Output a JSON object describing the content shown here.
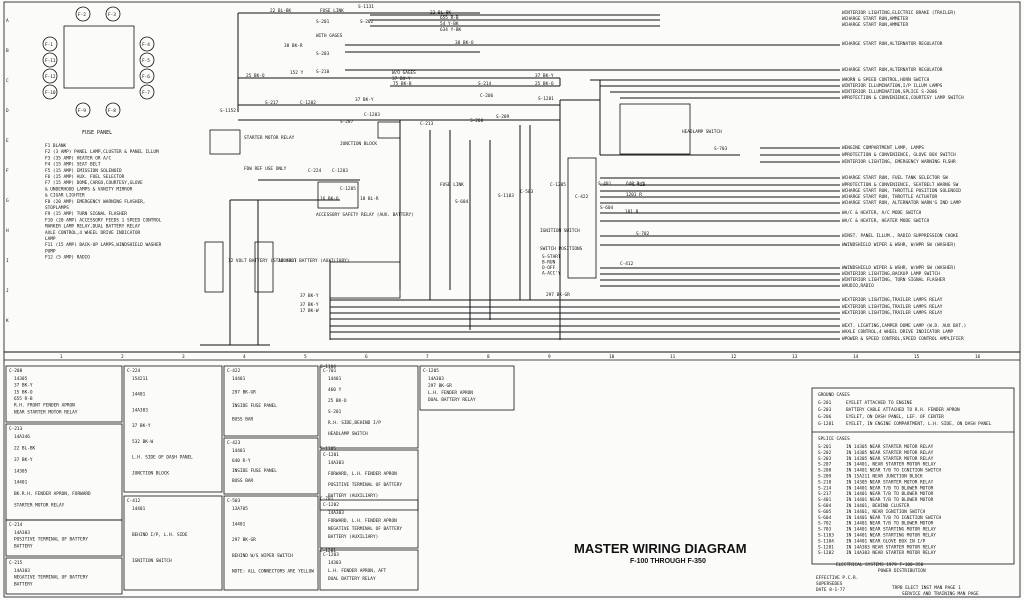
{
  "title": {
    "main": "MASTER WIRING DIAGRAM",
    "sub": "F-100 THROUGH F-350"
  },
  "fuse_panel": {
    "label": "FUSE PANEL",
    "fuses": [
      "F-2",
      "F-3",
      "F-4",
      "F-5",
      "F-6",
      "F-7",
      "F-8",
      "F-9",
      "F-10",
      "F-11",
      "F-12",
      "F-1"
    ],
    "list": [
      "F1   BLANK",
      "F2   (3 AMP) PANEL LAMP,CLUSTER & PANEL ILLUM",
      "F3   (35 AMP) HEATER OR A/C",
      "F4   (15 AMP) SEAT BELT",
      "F5   (15 AMP) EMISSION SOLENOID",
      "F6   (15 AMP) AUX. FUEL SELECTOR",
      "F7   (15 AMP) DOME,CARGO,COURTESY,GLOVE",
      "     & UNDERHOOD LAMPS & VANITY MIRROR",
      "     & CIGAR LIGHTER",
      "F8   (20 AMP) EMERGENCY WARNING FLASHER,",
      "     STOPLAMPS",
      "F9   (15 AMP) TURN SIGNAL FLASHER",
      "F10  (20 AMP) ACCESSORY FEEDS 1 SPEED CONTROL",
      "     MARKER LAMP RELAY,DUAL BATTERY RELAY",
      "     AXLE CONTROL,4 WHEEL DRIVE INDICATOR",
      "     LAMP",
      "F11  (15 AMP) BACK-UP LAMPS,WINDSHIELD WASHER",
      "     PUMP",
      "F12  (5 AMP) RADIO"
    ]
  },
  "wire_labels": [
    "22 BL-BK",
    "FUSE LINK",
    "S-1131",
    "22 BL-BK",
    "655 R-B",
    "54 Y-BK",
    "634 Y-BK",
    "S-201",
    "S-202",
    "S-203",
    "38 BK-R",
    "WITH GAGES",
    "38 BK-O",
    "152 Y",
    "S-210",
    "W/O GAGES",
    "37 BK-Y",
    "37 BK-Y",
    "25 BK-O",
    "25 BK-O",
    "75 BK-B",
    "C-206",
    "S-214",
    "S-217",
    "37 BK-Y",
    "S-207",
    "S-1201",
    "S-208",
    "S-209",
    "S-1152",
    "C-213",
    "C-224",
    "C-1203",
    "C-1205",
    "C-1205",
    "C-412",
    "C-422",
    "C-423",
    "C-503",
    "297 BK-GR",
    "640 R-Y",
    "1201 R",
    "181 B",
    "S-401",
    "S-604",
    "S-702",
    "S-703",
    "S-1103",
    "S-604",
    "S-1104",
    "S-1105",
    "C-701",
    "C-1201",
    "C-1202",
    "C-1203",
    "37 BK-Y",
    "37 BK-Y",
    "17 BK-W",
    "16 BK-O",
    "18 BL-R"
  ],
  "components": {
    "starter_relay": "STARTER MOTOR RELAY",
    "junction_block": "JUNCTION BLOCK",
    "fdw_ref": "FDW REF USE ONLY",
    "accessory_relay": "ACCESSORY SAFETY RELAY (AUX. BATTERY)",
    "ignition_switch": "IGNITION SWITCH",
    "switch_positions": "SWITCH POSITIONS",
    "switch_pos_list": [
      "S-START",
      "B-RUN",
      "O-OFF",
      "A-ACC'Y"
    ],
    "battery_std": "12 VOLT BATTERY (STANDARD)",
    "battery_aux": "12 VOLT BATTERY (AUXILIARY)",
    "headlamp_switch": "HEADLAMP SWITCH",
    "fuse_link": "FUSE LINK"
  },
  "right_labels": [
    "WINTERIOR LIGHTING,ELECTRIC BRAKE (TRAILER)",
    "WCHARGE START RUN,AMMETER",
    "WCHARGE START RUN,AMMETER",
    "WCHARGE START RUN,ALTERNATOR REGULATOR",
    "WCHARGE START RUN,ALTERNATOR REGULATOR",
    "WHORN & SPEED CONTROL,HORN SWITCH",
    "WINTERIOR ILLUMINATION,I/P ILLUM LAMPS",
    "WINTERIOR ILLUMINATION,SPLICE S-2006",
    "WPROTECTION & CONVENIENCE,COURTESY LAMP SWITCH",
    "WENGINE COMPARTMENT LAMP, LAMPS",
    "WPROTECTION & CONVENIENCE, GLOVE BOX SWITCH",
    "WINTERIOR LIGHTING, EMERGENCY WARNING FLSHR",
    "WCHARGE START RUN, FUEL TANK SELECTOR SW",
    "WPROTECTION & CONVENIENCE, SEATBELT WARNG SW",
    "WCHARGE START RUN, THROTTLE POSITION SOLENOID",
    "WCHARGE START RUN, THROTTLE ACTUATOR",
    "WCHARGE START RUN, ALTERNATOR WARN'G IND LAMP",
    "WA/C & HEATER, A/C MODE SWITCH",
    "WA/C & HEATER, HEATER MODE SWITCH",
    "WINST. PANEL ILLUM., RADIO SUPPRESSION CHOKE",
    "WWINDSHIELD WIPER & WSHR, W/WPR SW (WASHER)",
    "WWINDSHIELD WIPER & WSHR, W/WPR SW (WASHER)",
    "WINTERIOR LIGHTING,BACKUP LAMP SWITCH",
    "WINTERIOR LIGHTING, TURN SIGNAL FLASHER",
    "WAUDIO,RADIO",
    "WEXTERIOR LIGHTING,TRAILER LAMPS RELAY",
    "WEXTERIOR LIGHTING,TRAILER LAMPS RELAY",
    "WEXTERIOR LIGHTING,TRAILER LAMPS RELAY",
    "WEXT. LIGHTING,CAMPER DOME LAMP (W.D. AUX BAT.)",
    "WAXLE CONTROL,4 WHEEL DRIVE INDICATOR LAMP",
    "WPOWER & SPEED CONTROL,SPEED CONTROL AMPLIFIER"
  ],
  "grid_numbers": [
    "1",
    "2",
    "3",
    "4",
    "5",
    "6",
    "7",
    "8",
    "9",
    "10",
    "11",
    "12",
    "13",
    "14",
    "15",
    "16"
  ],
  "grid_letters": [
    "A",
    "B",
    "C",
    "D",
    "E",
    "F",
    "G",
    "H",
    "I",
    "J",
    "K"
  ],
  "connectors": [
    {
      "id": "C-208",
      "lines": [
        "14305",
        "37 BK-Y",
        "15 BK-O",
        "655 R-B",
        "R.H. FRONT FENDER APRON",
        "NEAR STARTER MOTOR RELAY"
      ]
    },
    {
      "id": "C-224",
      "lines": [
        "154211",
        "14401",
        "14A303",
        "37 BK-Y",
        "532 BK-W",
        "L.H. SIDE OF DASH PANEL",
        "JUNCTION BLOCK"
      ]
    },
    {
      "id": "C-422",
      "lines": [
        "14401",
        "297 BK-GR",
        "INSIDE FUSE PANEL",
        "BUSS BAR"
      ]
    },
    {
      "id": "C-701",
      "lines": [
        "14401",
        "460 Y",
        "25 BK-O",
        "S-201",
        "R.H. SIDE,BEHIND I/P",
        "HEADLAMP SWITCH"
      ]
    },
    {
      "id": "C-1205",
      "lines": [
        "14A303",
        "297 BK-GR",
        "L.H. FENDER APRON",
        "DUAL BATTERY RELAY"
      ]
    },
    {
      "id": "C-213",
      "lines": [
        "14A346",
        "22 BL-BK",
        "37 BK-Y",
        "14305",
        "14401",
        "BK.R.H. FENDER APRON, FORWARD",
        "STARTER MOTOR RELAY"
      ]
    },
    {
      "id": "C-423",
      "lines": [
        "14401",
        "640 R-Y",
        "INSIDE FUSE PANEL",
        "BUSS BAR"
      ]
    },
    {
      "id": "C-1201",
      "lines": [
        "14A303",
        "FORWARD, L.H. FENDER APRON",
        "POSITIVE TERMINAL OF BATTERY",
        "BATTERY (AUXILIARY)"
      ]
    },
    {
      "id": "C-214",
      "lines": [
        "14A303",
        "POSITIVE TERMINAL OF BATTERY",
        "BATTERY"
      ]
    },
    {
      "id": "C-412",
      "lines": [
        "14401",
        "BEHIND I/P, L.H. SIDE",
        "IGNITION SWITCH"
      ]
    },
    {
      "id": "C-503",
      "lines": [
        "13A705",
        "14401",
        "297 BK-GR",
        "BEHIND W/S WIPER SWITCH",
        "NOTE: ALL CONNECTORS ARE YELLOW"
      ]
    },
    {
      "id": "C-1202",
      "lines": [
        "14A303",
        "FORWARD, L.H. FENDER APRON",
        "NEGATIVE TERMINAL OF BATTERY",
        "BATTERY (AUXILIARY)"
      ]
    },
    {
      "id": "C-215",
      "lines": [
        "14A303",
        "NEGATIVE TERMINAL OF BATTERY",
        "BATTERY"
      ]
    },
    {
      "id": "C-1203",
      "lines": [
        "14303",
        "L.H. FENDER APRON, AFT",
        "DUAL BATTERY RELAY"
      ]
    }
  ],
  "ground_cases": {
    "title": "GROUND CASES",
    "rows": [
      [
        "G-201",
        "EYELET ATTACHED TO ENGINE"
      ],
      [
        "G-203",
        "BATTERY CABLE ATTACHED TO R.H. FENDER APRON"
      ],
      [
        "G-206",
        "EYELET, ON DASH PANEL, LEF. OF CENTER"
      ],
      [
        "G-1201",
        "EYELET, IN ENGINE COMPARTMENT, L.H. SIDE, ON DASH PANEL"
      ]
    ]
  },
  "splice_cases": {
    "title": "SPLICE CASES",
    "rows": [
      [
        "S-201",
        "IN 14305 NEAR STARTER MOTOR RELAY"
      ],
      [
        "S-202",
        "IN 14305 NEAR STARTER MOTOR RELAY"
      ],
      [
        "S-203",
        "IN 14305 NEAR STARTER MOTOR RELAY"
      ],
      [
        "S-207",
        "IN 14401, NEAR STARTER MOTOR RELAY"
      ],
      [
        "S-208",
        "IN 14401 NEAR T/B TO IGNITION SWITCH"
      ],
      [
        "S-209",
        "IN 15A211 NEAR JUNCTION BLOCK"
      ],
      [
        "S-210",
        "IN 14305 NEAR STARTER MOTOR RELAY"
      ],
      [
        "S-214",
        "IN 14401 NEAR T/B TO BLOWER MOTOR"
      ],
      [
        "S-217",
        "IN 14401 NEAR T/B TO BLOWER MOTOR"
      ],
      [
        "S-401",
        "IN 14401 NEAR T/B TO BLOWER MOTOR"
      ],
      [
        "S-604",
        "IN 14401, BEHIND CLUSTER"
      ],
      [
        "S-605",
        "IN 14401, NEAR IGNITION SWITCH"
      ],
      [
        "S-604",
        "IN 14401 NEAR T/B TO IGNITION SWITCH"
      ],
      [
        "S-702",
        "IN 14401 NEAR T/B TO BLOWER MOTOR"
      ],
      [
        "S-703",
        "IN 14401 NEAR STARTING MOTOR RELAY"
      ],
      [
        "S-1103",
        "IN 14401 NEAR STARTING MOTOR RELAY"
      ],
      [
        "S-1104",
        "IN 14401 NEAR GLOVE BOX IN I/P"
      ],
      [
        "S-1201",
        "IN 14A303 NEAR STARTER MOTOR RELAY"
      ],
      [
        "S-1202",
        "IN 14A303 NEAR STARTER MOTOR RELAY"
      ]
    ]
  },
  "footer": {
    "system": "ELECTRICAL SYSTEMS 1979 F-100-350",
    "power": "POWER DISTRIBUTION",
    "effective": "EFFECTIVE P.C.R.",
    "supersedes": "SUPERSEDES",
    "date": "DATE 8-1-77",
    "ref": "TRPB ELECT INST MAN PAGE 1",
    "service": "SERVICE AND TRAINING MAN PAGE"
  }
}
